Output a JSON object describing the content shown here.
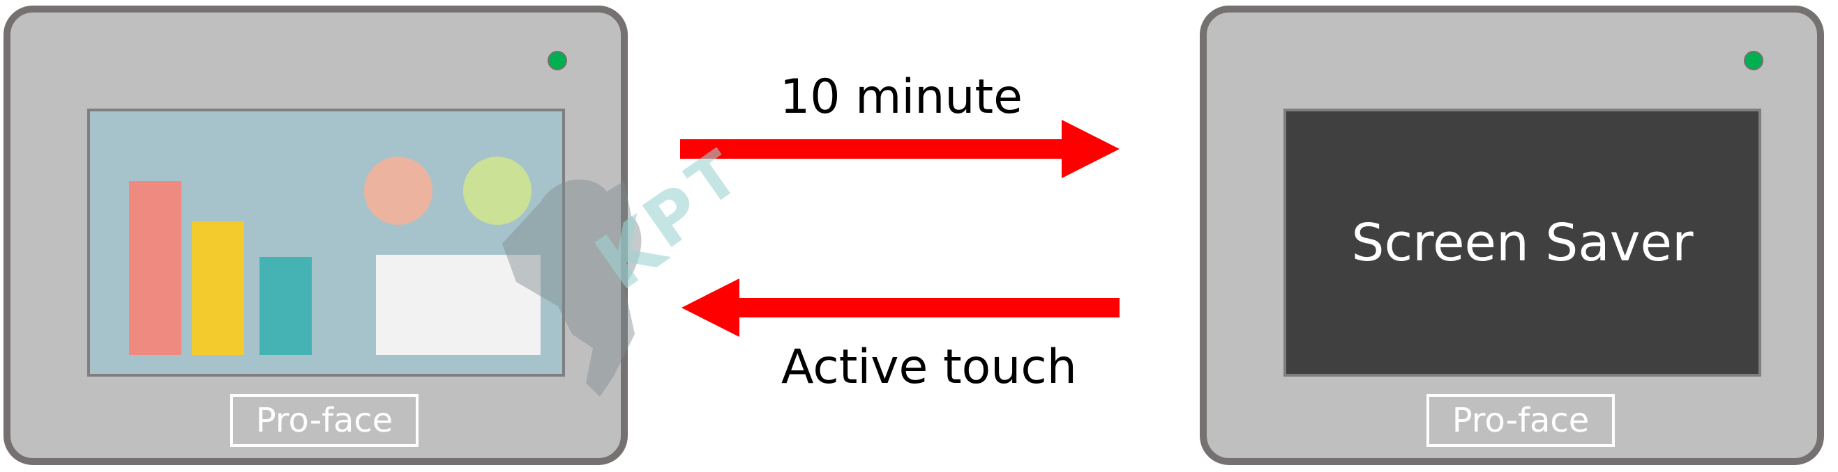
{
  "left_panel": {
    "brand": "Pro-face"
  },
  "right_panel": {
    "brand": "Pro-face",
    "screen_text": "Screen Saver"
  },
  "arrows": {
    "top_label": "10 minute",
    "bottom_label": "Active touch",
    "color": "#ff0000"
  },
  "colors": {
    "bezel": "#bfbfbf",
    "bezel_border": "#767171",
    "led": "#00b050",
    "screen_active": "#a6c3cb",
    "screen_saver": "#404040",
    "bar_red": "#ee8a80",
    "bar_yellow": "#f4cb2c",
    "bar_teal": "#45b2b4",
    "circle_salmon": "#ecb39f",
    "circle_lime": "#cbe196",
    "card": "#f2f2f2"
  },
  "watermark": {
    "logo": "KPT-watermark-icon"
  }
}
